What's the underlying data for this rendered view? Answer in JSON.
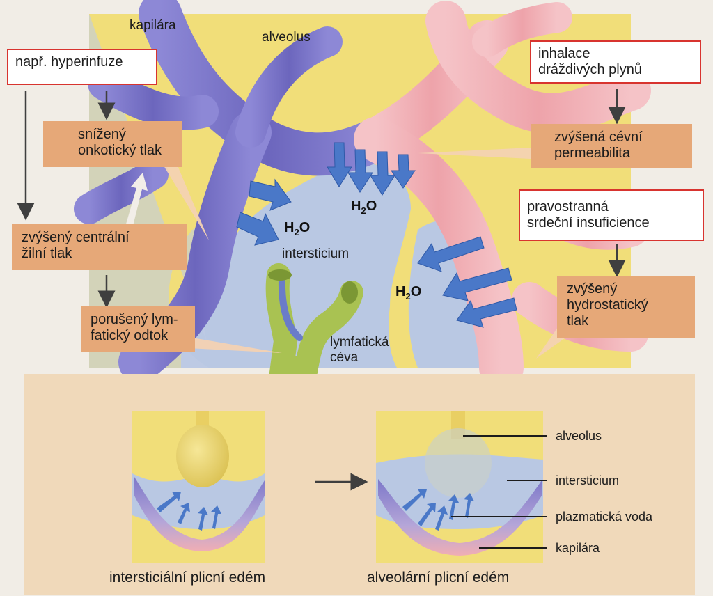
{
  "top": {
    "labels": {
      "kapilara": "kapilára",
      "alveolus": "alveolus",
      "intersticium": "intersticium",
      "lymfaticka_line1": "lymfatická",
      "lymfaticka_line2": "céva"
    },
    "h2o": {
      "h": "H",
      "sub": "2",
      "o": "O"
    },
    "red_boxes": {
      "hyperinfuze": "např. hyperinfuze",
      "inhalace_line1": "inhalace",
      "inhalace_line2": "dráždivých plynů",
      "pravostranna_line1": "pravostranná",
      "pravostranna_line2": "srdeční insuficience"
    },
    "orange_boxes": {
      "onkoticky_line1": "snížený",
      "onkoticky_line2": "onkotický tlak",
      "centralni_line1": "zvýšený centrální",
      "centralni_line2": "žilní tlak",
      "lymfaticky_line1": "porušený lym-",
      "lymfaticky_line2": "fatický odtok",
      "permeabilita_line1": "zvýšená cévní",
      "permeabilita_line2": "permeabilita",
      "hydrostaticky_line1": "zvýšený",
      "hydrostaticky_line2": "hydrostatický",
      "hydrostaticky_line3": "tlak"
    }
  },
  "bottom": {
    "legend": {
      "alveolus": "alveolus",
      "intersticium": "intersticium",
      "plazmaticka_voda": "plazmatická voda",
      "kapilara": "kapilára"
    },
    "captions": {
      "left": "intersticiální plicní edém",
      "right": "alveolární plicní edém"
    }
  },
  "colors": {
    "capillary_blue": "#7c76c8",
    "capillary_pink": "#f0aeb4",
    "alveolus_yellow": "#f1de79",
    "interstitium_blue": "#b9c8e3",
    "flow_arrow": "#4a78c8",
    "orange_box": "#e6a878",
    "red_border": "#d8342f"
  }
}
